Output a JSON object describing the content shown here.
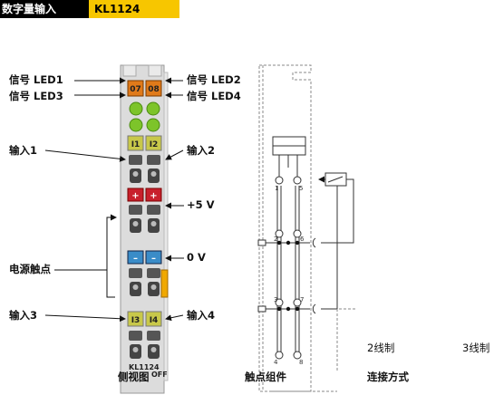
{
  "header": {
    "category": "数字量输入",
    "model": "KL1124"
  },
  "labels": {
    "led1": "信号 LED1",
    "led2": "信号 LED2",
    "led3": "信号 LED3",
    "led4": "信号 LED4",
    "input1": "输入1",
    "input2": "输入2",
    "input3": "输入3",
    "input4": "输入4",
    "plus5v": "+5 V",
    "zero_v": "0 V",
    "power_contacts": "电源触点",
    "front_view": "侧视图",
    "contact_assembly": "触点组件",
    "connection_mode": "连接方式",
    "two_wire": "2线制",
    "three_wire": "3线制"
  },
  "terminal": {
    "led_top": [
      "07",
      "08"
    ],
    "inputs_top": [
      "I1",
      "I2"
    ],
    "inputs_bottom": [
      "I3",
      "I4"
    ],
    "plus_signs": [
      "+",
      "+"
    ],
    "minus_signs": [
      "–",
      "–"
    ],
    "model_text": "KL1124",
    "off_text": "OFF"
  },
  "schematic": {
    "top_pins": [
      "1",
      "5"
    ],
    "mid_pins": [
      "2",
      "6"
    ],
    "low_pins": [
      "3",
      "7"
    ],
    "bottom_pins": [
      "4",
      "8"
    ]
  },
  "colors": {
    "header_bg": "#000000",
    "header_accent": "#f7c600",
    "led_orange": "#e07a1a",
    "led_green": "#7dc42a",
    "input_yellow": "#c8c84a",
    "plus_red": "#c8202c",
    "minus_blue": "#3a8cc8"
  }
}
